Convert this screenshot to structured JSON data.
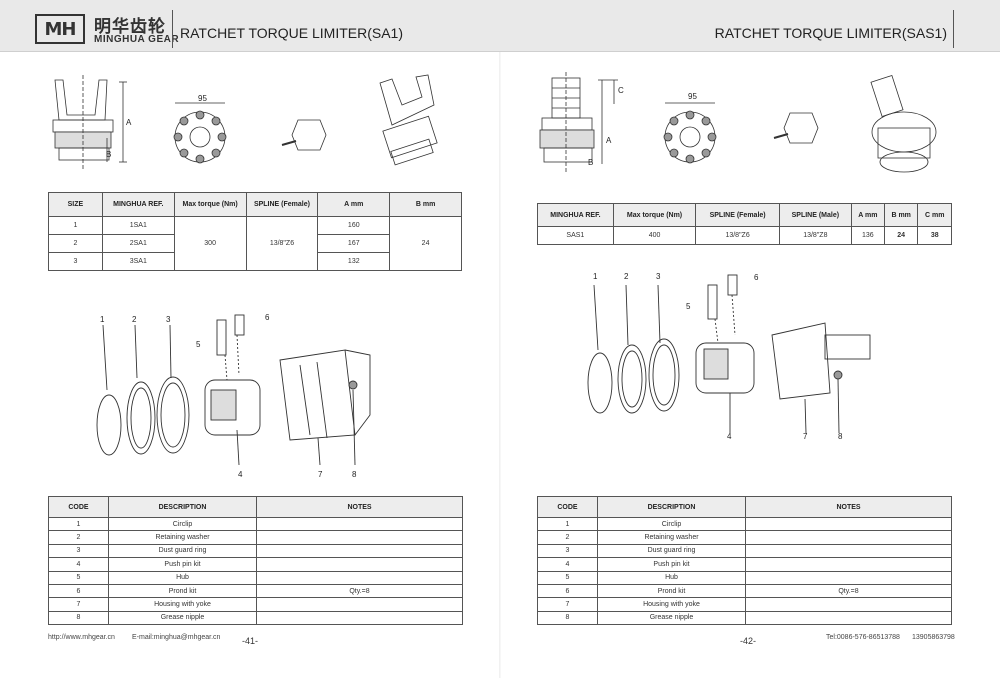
{
  "header": {
    "logo_mark": "MH",
    "logo_cn": "明华齿轮",
    "logo_en": "MINGHUA GEAR",
    "title_left": "RATCHET TORQUE LIMITER(SA1)",
    "title_right": "RATCHET TORQUE LIMITER(SAS1)"
  },
  "left": {
    "drawing_labels": {
      "dim_95": "95",
      "dim_A": "A",
      "dim_B": "B"
    },
    "spec_table": {
      "headers": [
        "SIZE",
        "MINGHUA REF.",
        "Max torque (Nm)",
        "SPLINE (Female)",
        "A mm",
        "B mm"
      ],
      "rows": [
        {
          "size": "1",
          "ref": "1SA1",
          "a": "160"
        },
        {
          "size": "2",
          "ref": "2SA1",
          "a": "167"
        },
        {
          "size": "3",
          "ref": "3SA1",
          "a": "132"
        }
      ],
      "torque": "300",
      "spline": "13/8\"Z6",
      "b": "24"
    },
    "callouts": [
      "1",
      "2",
      "3",
      "4",
      "5",
      "6",
      "7",
      "8"
    ],
    "page_num": "-41-"
  },
  "right": {
    "drawing_labels": {
      "dim_95": "95",
      "dim_A": "A",
      "dim_B": "B",
      "dim_C": "C"
    },
    "spec_table": {
      "headers": [
        "MINGHUA REF.",
        "Max torque (Nm)",
        "SPLINE (Female)",
        "SPLINE (Male)",
        "A mm",
        "B mm",
        "C mm"
      ],
      "row": [
        "SAS1",
        "400",
        "13/8\"Z6",
        "13/8\"Z8",
        "136",
        "24",
        "38"
      ]
    },
    "callouts": [
      "1",
      "2",
      "3",
      "4",
      "5",
      "6",
      "7",
      "8"
    ],
    "page_num": "-42-"
  },
  "parts_table": {
    "headers": [
      "CODE",
      "DESCRIPTION",
      "NOTES"
    ],
    "rows": [
      {
        "code": "1",
        "desc": "Circlip",
        "notes": ""
      },
      {
        "code": "2",
        "desc": "Retaining washer",
        "notes": ""
      },
      {
        "code": "3",
        "desc": "Dust guard ring",
        "notes": ""
      },
      {
        "code": "4",
        "desc": "Push pin kit",
        "notes": ""
      },
      {
        "code": "5",
        "desc": "Hub",
        "notes": ""
      },
      {
        "code": "6",
        "desc": "Prond kit",
        "notes": "Qty.=8"
      },
      {
        "code": "7",
        "desc": "Housing with yoke",
        "notes": ""
      },
      {
        "code": "8",
        "desc": "Grease nipple",
        "notes": ""
      }
    ]
  },
  "footer": {
    "website": "http://www.mhgear.cn",
    "email": "E-mail:minghua@mhgear.cn",
    "tel": "Tel:0086-576-86513788",
    "mobile": "13905863798"
  }
}
